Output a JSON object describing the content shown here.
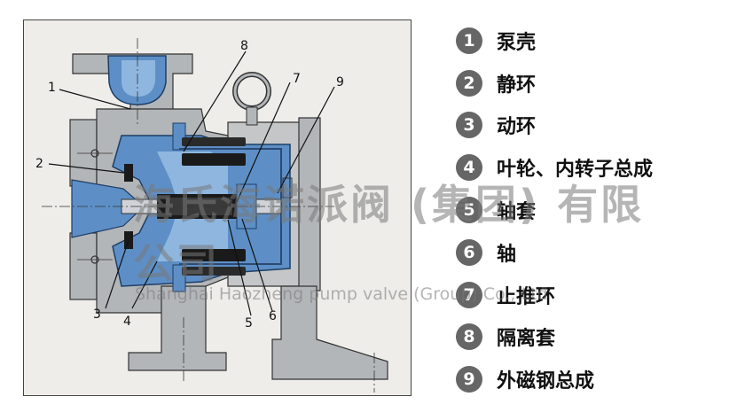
{
  "diagram": {
    "callouts": [
      "1",
      "2",
      "3",
      "4",
      "5",
      "6",
      "7",
      "8",
      "9"
    ]
  },
  "legend": {
    "items": [
      {
        "number": "1",
        "label": "泵壳"
      },
      {
        "number": "2",
        "label": "静环"
      },
      {
        "number": "3",
        "label": "动环"
      },
      {
        "number": "4",
        "label": "叶轮、内转子总成"
      },
      {
        "number": "5",
        "label": "轴套"
      },
      {
        "number": "6",
        "label": "轴"
      },
      {
        "number": "7",
        "label": "止推环"
      },
      {
        "number": "8",
        "label": "隔离套"
      },
      {
        "number": "9",
        "label": "外磁钢总成"
      }
    ]
  },
  "watermark": {
    "chinese": "海氏海诺派阀 (集团) 有限公司",
    "english": "Shanghai Haozheng pump valve (Group) Co., Ltd"
  },
  "colors": {
    "casing_gray": "#b3b6b9",
    "impeller_blue": "#5d8fc6",
    "liquid_blue": "#8fb6df",
    "magnet_black": "#1a1a1a",
    "badge_gray": "#666666"
  }
}
